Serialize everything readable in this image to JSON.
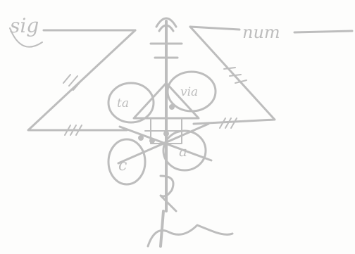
{
  "document": {
    "word_left": "sig",
    "word_right": "num",
    "loop_top_left": "ta",
    "loop_top_right": "via",
    "loop_bottom_left": "c",
    "loop_bottom_right": "a",
    "ink_color": "#bdbdbd",
    "paper_color": "#fdfdfc"
  }
}
